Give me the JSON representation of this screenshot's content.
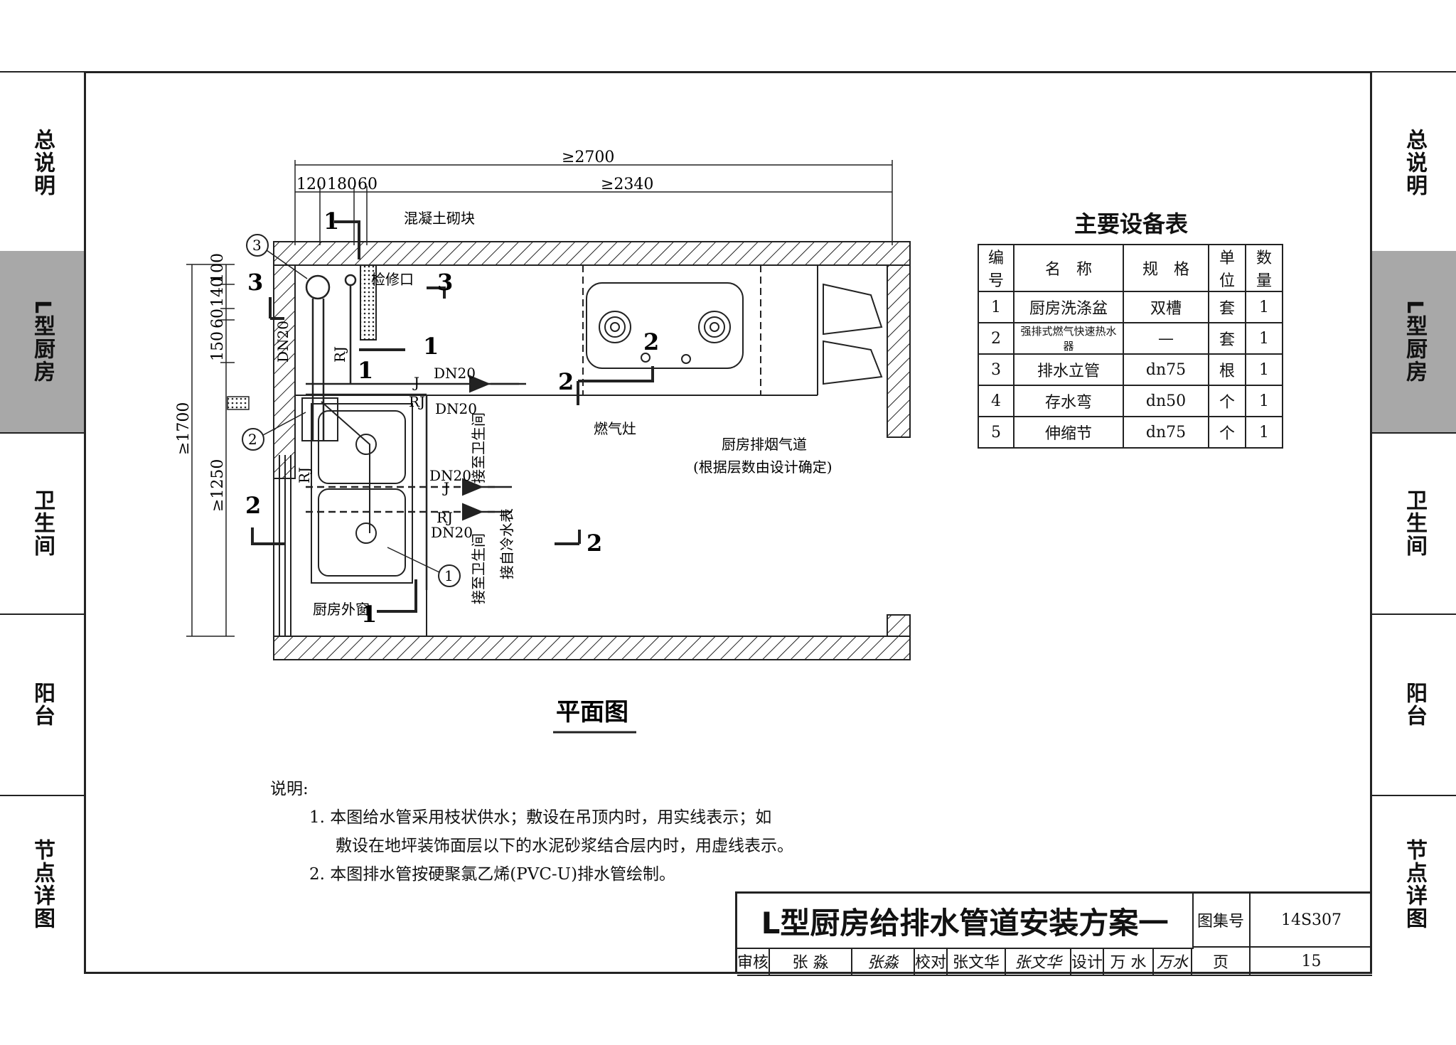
{
  "side_nav_left": [
    {
      "label": "总说明",
      "active": false
    },
    {
      "label": "L型厨房",
      "active": true
    },
    {
      "label": "卫生间",
      "active": false
    },
    {
      "label": "阳台",
      "active": false
    },
    {
      "label": "节点详图",
      "active": false
    }
  ],
  "side_nav_right": [
    {
      "label": "总说明",
      "active": false
    },
    {
      "label": "L型厨房",
      "active": true
    },
    {
      "label": "卫生间",
      "active": false
    },
    {
      "label": "阳台",
      "active": false
    },
    {
      "label": "节点详图",
      "active": false
    }
  ],
  "plan": {
    "caption": "平面图",
    "dims": {
      "overall": "≥2700",
      "inner": "≥2340",
      "d120": "120",
      "d180": "180",
      "d60": "60",
      "height_total": "≥1700",
      "height_sub": "≥1250",
      "v100": "100",
      "v140": "140",
      "v60": "60",
      "v150": "150"
    },
    "labels": {
      "block": "混凝土砌块",
      "access": "检修口",
      "stove": "燃气灶",
      "flue_line1": "厨房排烟气道",
      "flue_line2": "(根据层数由设计确定)",
      "window": "厨房外窗",
      "dn20_a": "DN20",
      "dn20_b": "DN20",
      "dn20_c": "DN20",
      "dn20_d": "DN20",
      "dn20_e": "DN20",
      "j1": "J",
      "j2": "J",
      "rj1": "RJ",
      "rj2": "RJ",
      "rj3": "RJ",
      "rj4": "RJ",
      "to_bath1": "接至卫生间",
      "to_bath2": "接至卫生间",
      "from_cold": "接自冷水表"
    },
    "section_marks": [
      "1",
      "1",
      "1",
      "1",
      "2",
      "2",
      "2",
      "2",
      "3",
      "3"
    ],
    "callouts": [
      "1",
      "2",
      "3"
    ]
  },
  "equipment_table": {
    "title": "主要设备表",
    "headers": [
      "编号",
      "名　称",
      "规　格",
      "单位",
      "数量"
    ],
    "rows": [
      [
        "1",
        "厨房洗涤盆",
        "双槽",
        "套",
        "1"
      ],
      [
        "2",
        "强排式燃气快速热水器",
        "—",
        "套",
        "1"
      ],
      [
        "3",
        "排水立管",
        "dn75",
        "根",
        "1"
      ],
      [
        "4",
        "存水弯",
        "dn50",
        "个",
        "1"
      ],
      [
        "5",
        "伸缩节",
        "dn75",
        "个",
        "1"
      ]
    ]
  },
  "notes": {
    "heading": "说明:",
    "item1_line1": "1.  本图给水管采用枝状供水；敷设在吊顶内时，用实线表示；如",
    "item1_line2": "敷设在地坪装饰面层以下的水泥砂浆结合层内时，用虚线表示。",
    "item2": "2.  本图排水管按硬聚氯乙烯(PVC-U)排水管绘制。"
  },
  "title_block": {
    "title": "L型厨房给排水管道安装方案一",
    "atlas_label": "图集号",
    "atlas_no": "14S307",
    "review_label": "审核",
    "reviewer": "张 淼",
    "reviewer_sig": "张淼",
    "check_label": "校对",
    "checker": "张文华",
    "checker_sig": "张文华",
    "design_label": "设计",
    "designer": "万 水",
    "designer_sig": "万水",
    "page_label": "页",
    "page_no": "15"
  }
}
